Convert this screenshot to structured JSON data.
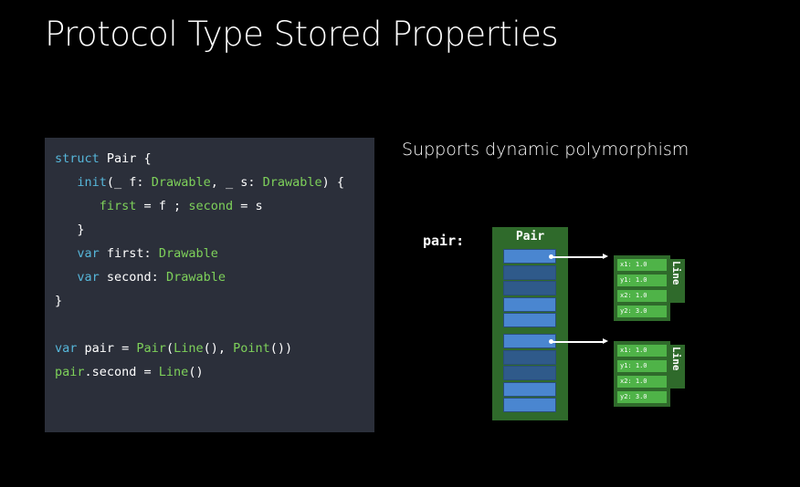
{
  "slide": {
    "title": "Protocol Type Stored Properties",
    "subtitle": "Supports dynamic polymorphism"
  },
  "code": {
    "lines": [
      [
        {
          "t": "struct ",
          "c": "kw"
        },
        {
          "t": "Pair {",
          "c": ""
        }
      ],
      [
        {
          "t": "   ",
          "c": ""
        },
        {
          "t": "init",
          "c": "kw"
        },
        {
          "t": "(_ f: ",
          "c": ""
        },
        {
          "t": "Drawable",
          "c": "ty"
        },
        {
          "t": ", _ s: ",
          "c": ""
        },
        {
          "t": "Drawable",
          "c": "ty"
        },
        {
          "t": ") {",
          "c": ""
        }
      ],
      [
        {
          "t": "      ",
          "c": ""
        },
        {
          "t": "first",
          "c": "ty"
        },
        {
          "t": " = f ; ",
          "c": ""
        },
        {
          "t": "second",
          "c": "ty"
        },
        {
          "t": " = s",
          "c": ""
        }
      ],
      [
        {
          "t": "   }",
          "c": ""
        }
      ],
      [
        {
          "t": "   ",
          "c": ""
        },
        {
          "t": "var",
          "c": "kw"
        },
        {
          "t": " first: ",
          "c": ""
        },
        {
          "t": "Drawable",
          "c": "ty"
        }
      ],
      [
        {
          "t": "   ",
          "c": ""
        },
        {
          "t": "var",
          "c": "kw"
        },
        {
          "t": " second: ",
          "c": ""
        },
        {
          "t": "Drawable",
          "c": "ty"
        }
      ],
      [
        {
          "t": "}",
          "c": ""
        }
      ],
      [
        {
          "t": "",
          "c": ""
        }
      ],
      [
        {
          "t": "var",
          "c": "kw"
        },
        {
          "t": " pair = ",
          "c": ""
        },
        {
          "t": "Pair",
          "c": "ty"
        },
        {
          "t": "(",
          "c": ""
        },
        {
          "t": "Line",
          "c": "ty"
        },
        {
          "t": "(), ",
          "c": ""
        },
        {
          "t": "Point",
          "c": "ty"
        },
        {
          "t": "())",
          "c": ""
        }
      ],
      [
        {
          "t": "pair",
          "c": "ty"
        },
        {
          "t": ".second = ",
          "c": ""
        },
        {
          "t": "Line",
          "c": "ty"
        },
        {
          "t": "()",
          "c": ""
        }
      ]
    ]
  },
  "diagram": {
    "variable_label": "pair:",
    "struct_label": "Pair",
    "cells": [
      {
        "style": "light",
        "pointer": true
      },
      {
        "style": "dark",
        "pointer": false
      },
      {
        "style": "dark",
        "pointer": false
      },
      {
        "style": "light",
        "pointer": false
      },
      {
        "style": "light",
        "pointer": false
      },
      {
        "style": "light",
        "pointer": true
      },
      {
        "style": "dark",
        "pointer": false
      },
      {
        "style": "dark",
        "pointer": false
      },
      {
        "style": "light",
        "pointer": false
      },
      {
        "style": "light",
        "pointer": false
      }
    ],
    "heap_objects": [
      {
        "label": "Line",
        "fields": [
          "x1: 1.0",
          "y1: 1.0",
          "x2: 1.0",
          "y2: 3.0"
        ]
      },
      {
        "label": "Line",
        "fields": [
          "x1: 1.0",
          "y1: 1.0",
          "x2: 1.0",
          "y2: 3.0"
        ]
      }
    ]
  },
  "colors": {
    "background": "#000000",
    "code_bg": "#2b2f3a",
    "keyword": "#56b6d9",
    "type": "#7ed15a",
    "struct_green": "#2f6a2b",
    "field_green": "#4fb348",
    "cell_blue": "#4a86d0"
  }
}
